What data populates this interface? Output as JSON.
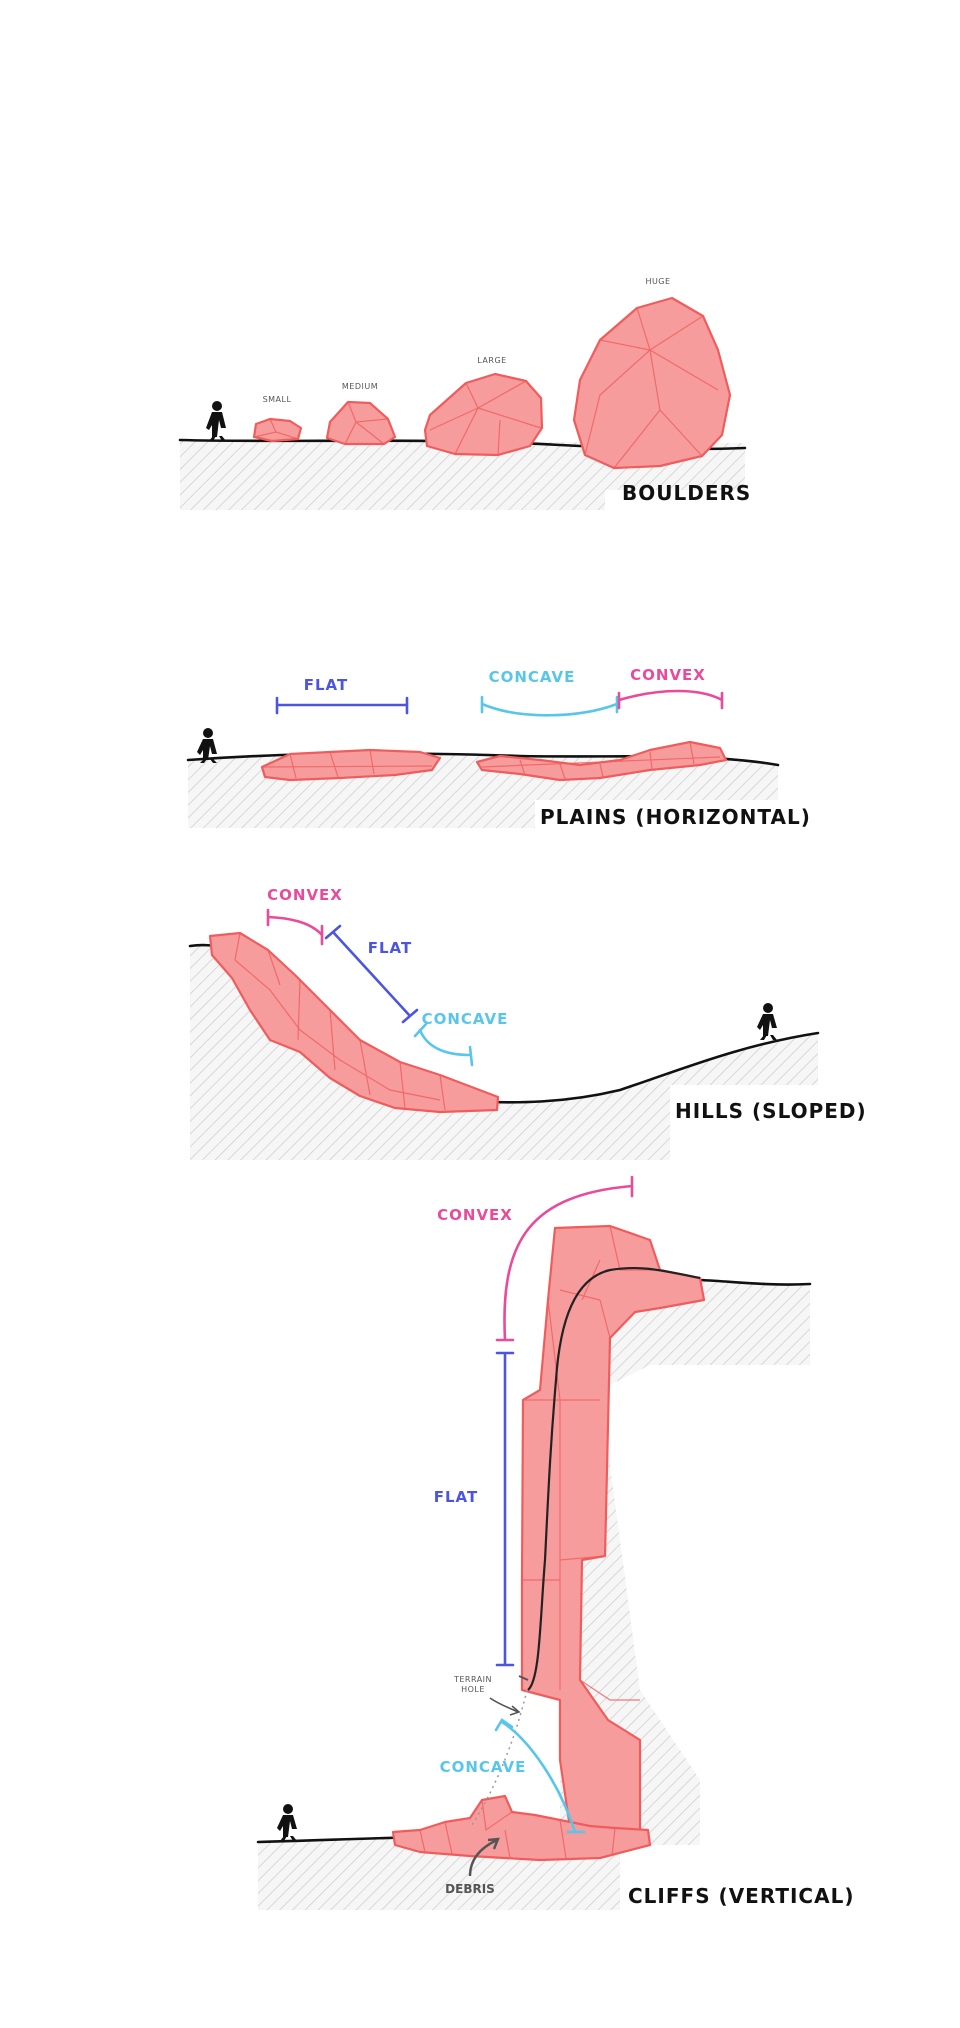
{
  "colors": {
    "rock_fill": "#f79c9c",
    "rock_stroke": "#f05c5c",
    "flat": "#4b55e0",
    "concave": "#57c6ea",
    "convex": "#ea4a9a",
    "ground_line": "#111111",
    "hatch": "#c8c8c8"
  },
  "boulders": {
    "title": "BOULDERS",
    "small": "SMALL",
    "medium": "MEDIUM",
    "large": "LARGE",
    "huge": "HUGE"
  },
  "plains": {
    "title": "PLAINS (HORIZONTAL)",
    "flat": "FLAT",
    "concave": "CONCAVE",
    "convex": "CONVEX"
  },
  "hills": {
    "title": "HILLS (SLOPED)",
    "convex": "CONVEX",
    "flat": "FLAT",
    "concave": "CONCAVE"
  },
  "cliffs": {
    "title": "CLIFFS (VERTICAL)",
    "convex": "CONVEX",
    "flat": "FLAT",
    "terrain_hole_1": "TERRAIN",
    "terrain_hole_2": "HOLE",
    "concave": "CONCAVE",
    "debris": "DEBRIS"
  }
}
